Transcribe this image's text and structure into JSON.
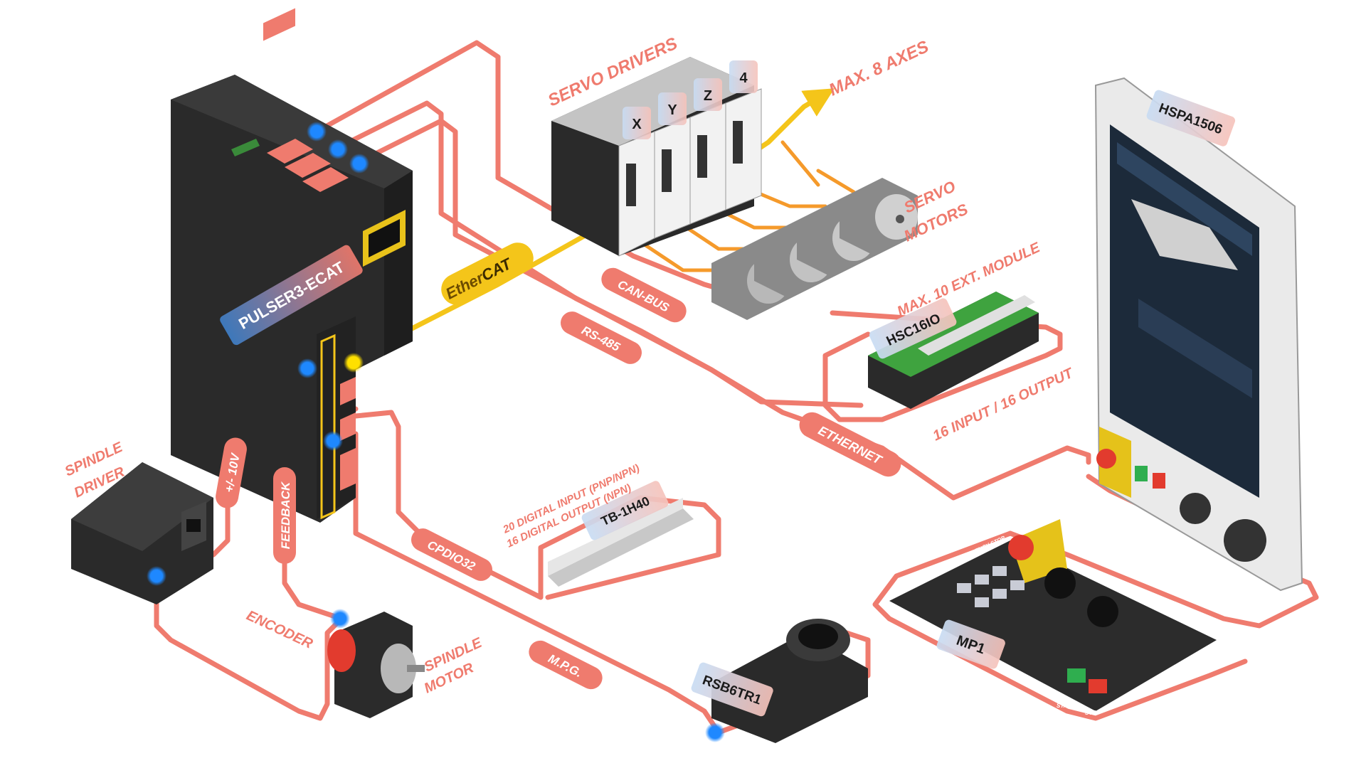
{
  "colors": {
    "cable": "#ef7b6e",
    "cable_light": "#f6b3aa",
    "ethercat": "#f4c51a",
    "port_blue": "#1e88ff",
    "device_dark": "#2b2b2b",
    "accent_red": "#e23b2e"
  },
  "devices": {
    "controller": "PULSER3-ECAT",
    "hmi": "HSPA1506",
    "io_module": "HSC16IO",
    "terminal_board": "TB-1H40",
    "control_panel": "MP1",
    "handwheel": "RSB6TR1"
  },
  "axes": [
    "X",
    "Y",
    "Z",
    "4"
  ],
  "annotations": {
    "servo_drivers": "SERVO DRIVERS",
    "max_axes": "MAX. 8 AXES",
    "servo_motors_1": "SERVO",
    "servo_motors_2": "MOTORS",
    "max_modules": "MAX. 10 EXT. MODULE",
    "io_count": "16 INPUT / 16 OUTPUT",
    "dio_line1": "20 DIGITAL INPUT (PNP/NPN)",
    "dio_line2": "16 DIGITAL OUTPUT (NPN)",
    "spindle_driver_1": "SPINDLE",
    "spindle_driver_2": "DRIVER",
    "spindle_motor_1": "SPINDLE",
    "spindle_motor_2": "MOTOR",
    "encoder": "ENCODER"
  },
  "cable_labels": {
    "ethercat_a": "Ether",
    "ethercat_b": "CAT",
    "can_bus": "CAN-BUS",
    "rs485": "RS-485",
    "ethernet": "ETHERNET",
    "analog": "+/- 10V",
    "feedback": "FEEDBACK",
    "cpdio": "CPDIO32",
    "mpg": "M.P.G."
  },
  "panel": {
    "estop": "EMERGENCY STOP",
    "start": "START",
    "stop": "STOP"
  },
  "icons": [
    "emergency-stop-icon",
    "arrow-right-icon",
    "rotary-knob-icon",
    "handwheel-icon"
  ]
}
